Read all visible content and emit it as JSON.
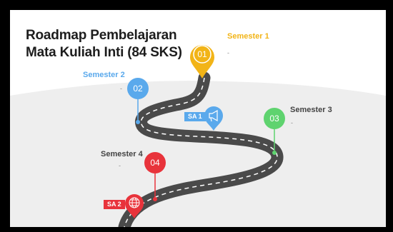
{
  "title": {
    "line1": "Roadmap Pembelajaran",
    "line2": "Mata Kuliah Inti (84 SKS)"
  },
  "milestones": [
    {
      "number": "01",
      "label": "Semester 1",
      "note": "-",
      "color": "#f2b417"
    },
    {
      "number": "02",
      "label": "Semester 2",
      "note": "-",
      "color": "#5aa9ec"
    },
    {
      "number": "03",
      "label": "Semester 3",
      "note": "-",
      "color": "#5fd36f"
    },
    {
      "number": "04",
      "label": "Semester 4",
      "note": "-",
      "color": "#e8333b"
    }
  ],
  "side_activities": [
    {
      "label": "SA 1",
      "icon": "megaphone-icon",
      "color": "#5aa9ec"
    },
    {
      "label": "SA 2",
      "icon": "globe-icon",
      "color": "#e8333b"
    }
  ],
  "colors": {
    "road": "#4a4a4a",
    "road_dash": "#ffffff",
    "ground": "#eeeeee",
    "title": "#1d1d1d",
    "semester_text": "#444444"
  }
}
